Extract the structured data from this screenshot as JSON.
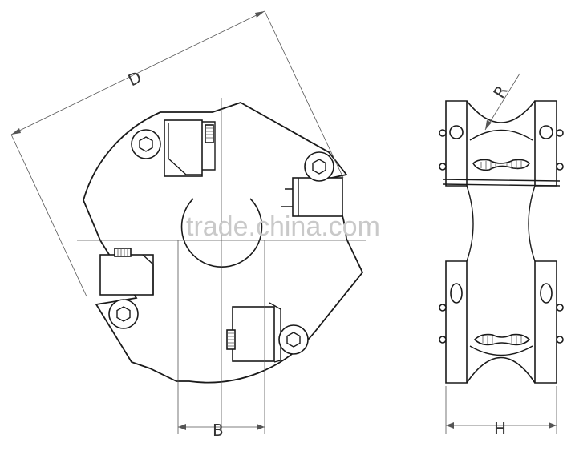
{
  "dimensions": {
    "diameter": "D",
    "bore": "B",
    "profile_radius": "R",
    "height": "H"
  },
  "watermark": "trade.china.com"
}
